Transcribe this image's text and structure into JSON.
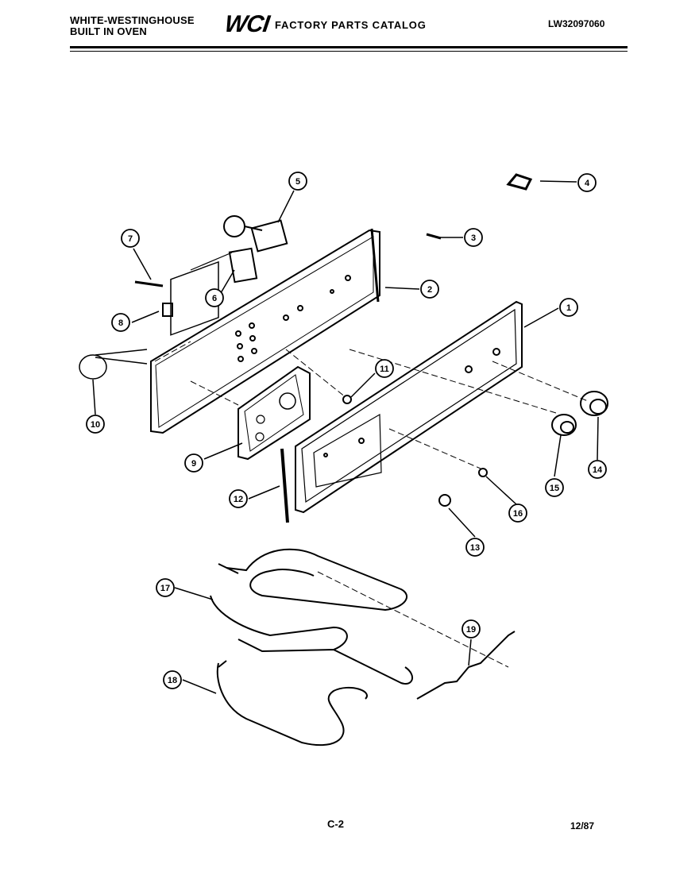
{
  "header": {
    "brand_line1": "WHITE-WESTINGHOUSE",
    "brand_line2": "BUILT IN OVEN",
    "logo": "WCI",
    "catalog_title": "FACTORY PARTS CATALOG",
    "model_number": "LW32097060"
  },
  "callouts": [
    "1",
    "2",
    "3",
    "4",
    "5",
    "6",
    "7",
    "8",
    "9",
    "10",
    "11",
    "12",
    "13",
    "14",
    "15",
    "16",
    "17",
    "18",
    "19"
  ],
  "footer": {
    "page_code": "C-2",
    "date": "12/87"
  }
}
